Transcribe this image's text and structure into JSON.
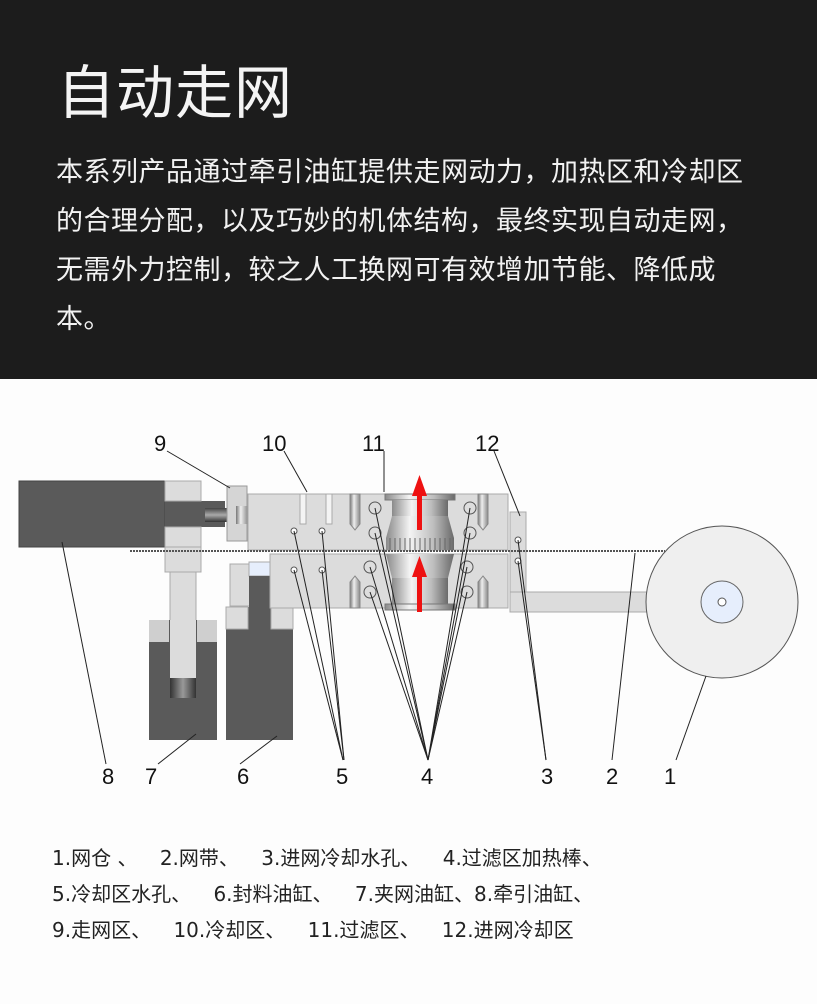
{
  "header": {
    "title": "自动走网",
    "description": "本系列产品通过牵引油缸提供走网动力，加热区和冷却区的合理分配，以及巧妙的机体结构，最终实现自动走网，无需外力控制，较之人工换网可有效增加节能、降低成本。"
  },
  "diagram": {
    "callouts_top": [
      {
        "num": "9"
      },
      {
        "num": "10"
      },
      {
        "num": "11"
      },
      {
        "num": "12"
      }
    ],
    "callouts_bottom": [
      {
        "num": "8"
      },
      {
        "num": "7"
      },
      {
        "num": "6"
      },
      {
        "num": "5"
      },
      {
        "num": "4"
      },
      {
        "num": "3"
      },
      {
        "num": "2"
      },
      {
        "num": "1"
      }
    ],
    "colors": {
      "dark_block": "#5a5a5a",
      "light_block": "#dcdcdc",
      "arrow": "#ee1111",
      "reel": "#efefef",
      "hub": "#e6eefc"
    }
  },
  "legend": {
    "lines": [
      [
        "1.网仓 、",
        "2.网带、",
        "3.进网冷却水孔、",
        "4.过滤区加热棒、"
      ],
      [
        "5.冷却区水孔、",
        "6.封料油缸、",
        "7.夹网油缸、8.牵引油缸、"
      ],
      [
        "9.走网区、",
        "10.冷却区、",
        "11.过滤区、",
        "12.进网冷却区"
      ]
    ]
  }
}
